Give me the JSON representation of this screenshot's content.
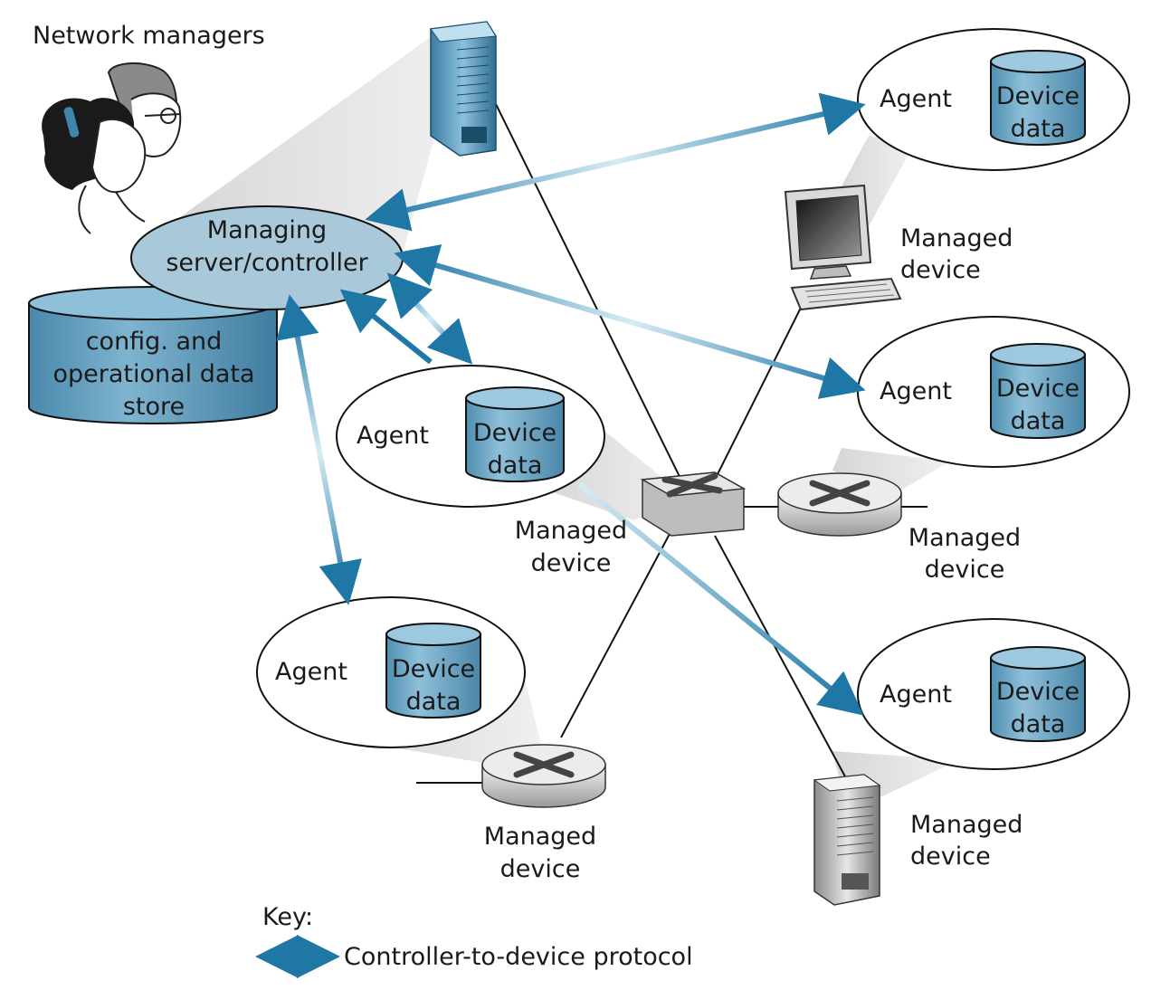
{
  "labels": {
    "network_managers": "Network managers",
    "managing_line1": "Managing",
    "managing_line2": "server/controller",
    "store_line1": "config. and",
    "store_line2": "operational data",
    "store_line3": "store",
    "agent": "Agent",
    "device_line1": "Device",
    "device_line2": "data",
    "managed_line1": "Managed",
    "managed_line2": "device"
  },
  "key": {
    "title": "Key:",
    "protocol": "Controller-to-device protocol"
  },
  "colors": {
    "arrow": "#1f77a6",
    "arrow_light": "#d8ecf4",
    "controller_fill": "#a9c9db",
    "store_fill": "#5e9dbd",
    "cylinder_fill": "#7fb2cf",
    "line": "#111111"
  }
}
